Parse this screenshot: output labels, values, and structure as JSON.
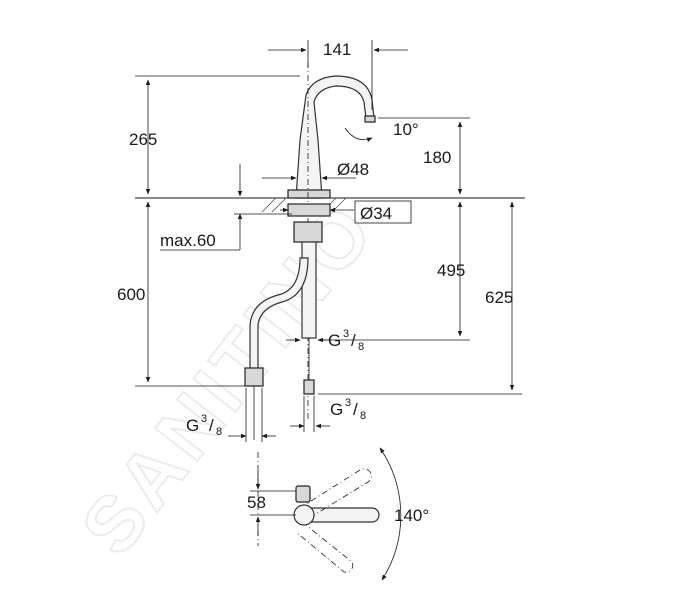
{
  "dimensions": {
    "spout_reach": "141",
    "height_above_deck": "265",
    "spout_angle": "10°",
    "spout_outlet_height": "180",
    "body_diameter": "Ø48",
    "hole_diameter": "Ø34",
    "max_deck_thickness": "max.60",
    "supply_hose_length": "600",
    "shank_length": "495",
    "total_below_deck": "625",
    "thread_center": {
      "base": "G",
      "num": "3",
      "den": "8"
    },
    "thread_left": {
      "base": "G",
      "num": "3",
      "den": "8"
    },
    "thread_right": {
      "base": "G",
      "num": "3",
      "den": "8"
    },
    "lever_offset": "58",
    "swivel_angle": "140°"
  },
  "watermark": "SANITINO"
}
